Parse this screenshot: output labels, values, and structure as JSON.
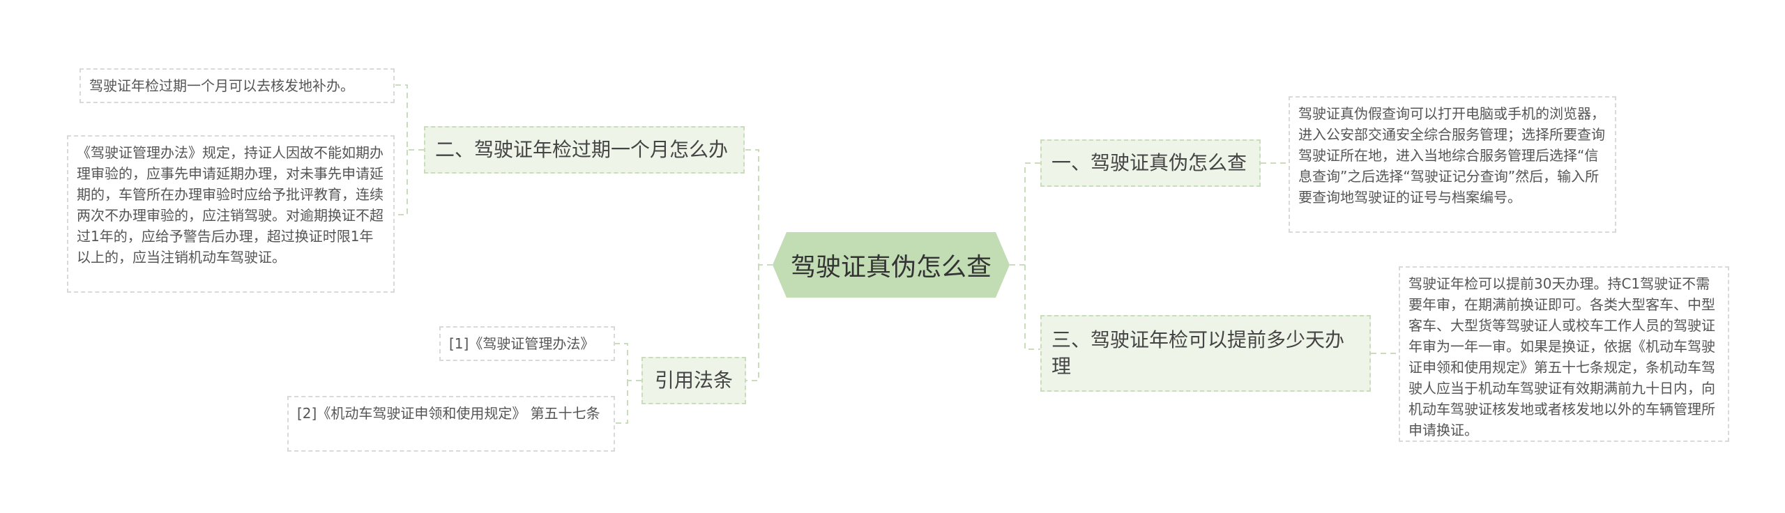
{
  "root": {
    "label": "驾驶证真伪怎么查"
  },
  "branches": {
    "b1": {
      "label": "一、驾驶证真伪怎么查",
      "leaf": "驾驶证真伪假查询可以打开电脑或手机的浏览器，进入公安部交通安全综合服务管理；选择所要查询驾驶证所在地，进入当地综合服务管理后选择“信息查询”之后选择“驾驶证记分查询”然后，输入所要查询地驾驶证的证号与档案编号。"
    },
    "b2": {
      "label": "二、驾驶证年检过期一个月怎么办",
      "leaf1": "驾驶证年检过期一个月可以去核发地补办。",
      "leaf2": "《驾驶证管理办法》规定，持证人因故不能如期办理审验的，应事先申请延期办理，对未事先申请延期的，车管所在办理审验时应给予批评教育，连续两次不办理审验的，应注销驾驶。对逾期换证不超过1年的，应给予警告后办理，超过换证时限1年以上的，应当注销机动车驾驶证。"
    },
    "b3": {
      "label": "三、驾驶证年检可以提前多少天办理",
      "leaf": "驾驶证年检可以提前30天办理。持C1驾驶证不需要年审，在期满前换证即可。各类大型客车、中型客车、大型货等驾驶证人或校车工作人员的驾驶证年审为一年一审。如果是换证，依据《机动车驾驶证申领和使用规定》第五十七条规定，条机动车驾驶人应当于机动车驾驶证有效期满前九十日内，向机动车驾驶证核发地或者核发地以外的车辆管理所申请换证。"
    },
    "b4": {
      "label": "引用法条",
      "leaf1": "[1]《驾驶证管理办法》",
      "leaf2": "[2]《机动车驾驶证申领和使用规定》 第五十七条"
    }
  }
}
